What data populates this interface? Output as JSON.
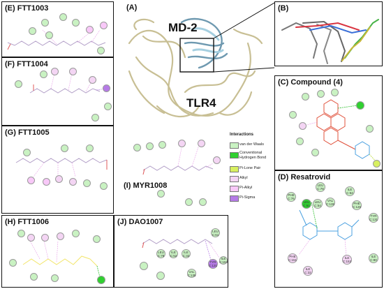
{
  "panels": {
    "A": {
      "label": "(A)",
      "md2": "MD-2",
      "tlr4": "TLR4"
    },
    "B": {
      "label": "(B)"
    },
    "C": {
      "label": "(C) Compound (4)"
    },
    "D": {
      "label": "(D) Resatrovid"
    },
    "E": {
      "label": "(E) FTT1003"
    },
    "F": {
      "label": "(F) FTT1004"
    },
    "G": {
      "label": "(G) FTT1005"
    },
    "H": {
      "label": "(H) FTT1006"
    },
    "I": {
      "label": "(I) MYR1008"
    },
    "J": {
      "label": "(J) DAO1007"
    }
  },
  "legend": {
    "title": "Interactions",
    "items": [
      {
        "label": "van der Waals",
        "color": "#c9f2c2"
      },
      {
        "label": "Conventional Hydrogen Bond",
        "color": "#30d030"
      },
      {
        "label": "Pi-Lone Pair",
        "color": "#d8f060"
      },
      {
        "label": "Alkyl",
        "color": "#f4d5f4"
      },
      {
        "label": "Pi-Alkyl",
        "color": "#f8c8f8"
      },
      {
        "label": "Pi-Sigma",
        "color": "#b57ae6"
      }
    ]
  },
  "residues": {
    "D": [
      {
        "name": "PHE",
        "num": "C:76"
      },
      {
        "name": "LEU",
        "num": "C:78"
      },
      {
        "name": "ILE",
        "num": "C:52"
      },
      {
        "name": "LEU",
        "num": "C:61"
      },
      {
        "name": "LEU",
        "num": "C:54"
      },
      {
        "name": "VAL",
        "num": "C:135"
      },
      {
        "name": "PHE",
        "num": "C:126"
      },
      {
        "name": "TYR",
        "num": "C:131"
      },
      {
        "name": "PHE",
        "num": "C:151"
      },
      {
        "name": "ILE",
        "num": "C:153"
      },
      {
        "name": "ILE",
        "num": "C:80"
      },
      {
        "name": "ILE",
        "num": "C:32"
      }
    ],
    "J": [
      {
        "name": "LEU",
        "num": "C:61"
      },
      {
        "name": "LEU",
        "num": "C:78"
      },
      {
        "name": "ILE",
        "num": "C:52"
      },
      {
        "name": "ILE",
        "num": "C:32"
      },
      {
        "name": "TYR",
        "num": "C:131"
      },
      {
        "name": "ILE",
        "num": "C:153"
      },
      {
        "name": "VAL",
        "num": "C:135"
      }
    ]
  }
}
